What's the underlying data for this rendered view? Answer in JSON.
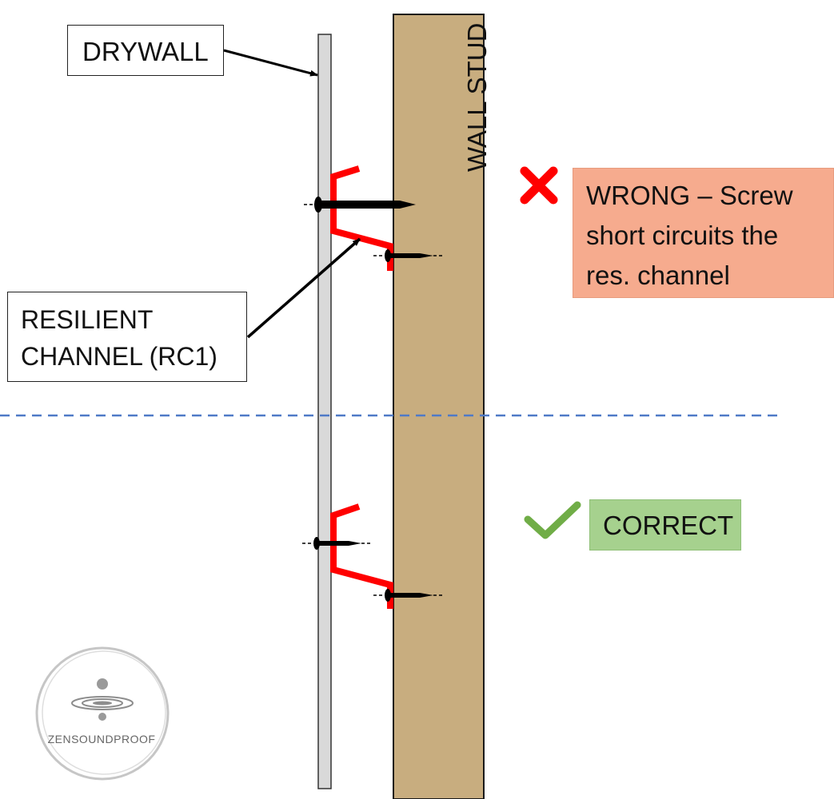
{
  "labels": {
    "drywall": "DRYWALL",
    "wall_stud": "WALL STUD",
    "resilient_channel": [
      "RESILIENT",
      "CHANNEL (RC1)"
    ],
    "wrong": [
      "WRONG – Screw",
      "short circuits the",
      "res. channel"
    ],
    "correct": "CORRECT"
  },
  "logo": {
    "text": "ZENSOUNDPROOF"
  },
  "colors": {
    "stud": "#c8ad7f",
    "drywall": "#d9d9d9",
    "channel": "#ff0000",
    "screw": "#000000",
    "divider": "#4f7ac7",
    "wrong_box": "#f6ab8e",
    "correct_box": "#a6d18e",
    "cross": "#ff0000",
    "check": "#70ad47"
  },
  "icons": {
    "wrong": "cross-icon",
    "correct": "check-icon"
  }
}
